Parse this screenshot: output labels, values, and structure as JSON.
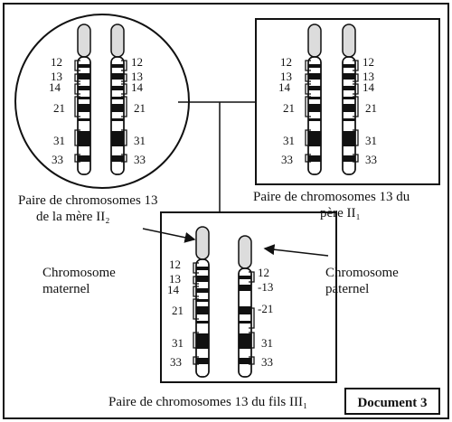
{
  "colors": {
    "ink": "#111111",
    "cap": "#dcdcdc",
    "paper": "#ffffff"
  },
  "captions": {
    "mother_line1": "Paire de chromosomes 13",
    "mother_line2": "de la mère II₂",
    "father_line1": "Paire de chromosomes 13 du",
    "father_line2": "père II₁",
    "son": "Paire de chromosomes 13 du fils III₁"
  },
  "labels": {
    "maternal_l1": "Chromosome",
    "maternal_l2": "maternel",
    "paternal_l1": "Chromosome",
    "paternal_l2": "paternel"
  },
  "document_tag": "Document 3",
  "bands": {
    "b12": "12",
    "b13": "13",
    "b14": "14",
    "b21": "21",
    "b31": "31",
    "b33": "33",
    "b13_minus": "-13",
    "b21_minus": "-21"
  }
}
